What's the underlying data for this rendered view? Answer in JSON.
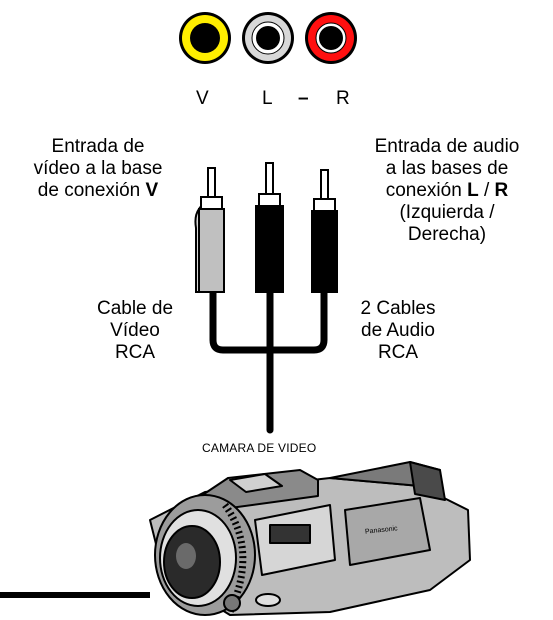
{
  "jacks": [
    {
      "id": "V",
      "color": "#ffee00"
    },
    {
      "id": "L",
      "color": "#d8d8d8"
    },
    {
      "id": "R",
      "color": "#ff1010"
    }
  ],
  "jack_labels": {
    "v": "V",
    "l": "L",
    "dash": "–",
    "r": "R"
  },
  "left_input": {
    "line1": "Entrada de",
    "line2": "vídeo a la base",
    "line3_text": "de conexión",
    "line3_bold": "V"
  },
  "right_input": {
    "line1": "Entrada de audio",
    "line2": "a las bases de",
    "line3_text": "conexión",
    "line3_bold_l": "L",
    "line3_sep": "/",
    "line3_bold_r": "R",
    "line4": "(Izquierda /",
    "line5": "Derecha)"
  },
  "video_cable": {
    "line1": "Cable de",
    "line2": "Vídeo",
    "line3": "RCA"
  },
  "audio_cable": {
    "line1": "2 Cables",
    "line2": "de Audio",
    "line3": "RCA"
  },
  "camera_title": "CAMARA DE VIDEO",
  "camera_brand": "Panasonic"
}
